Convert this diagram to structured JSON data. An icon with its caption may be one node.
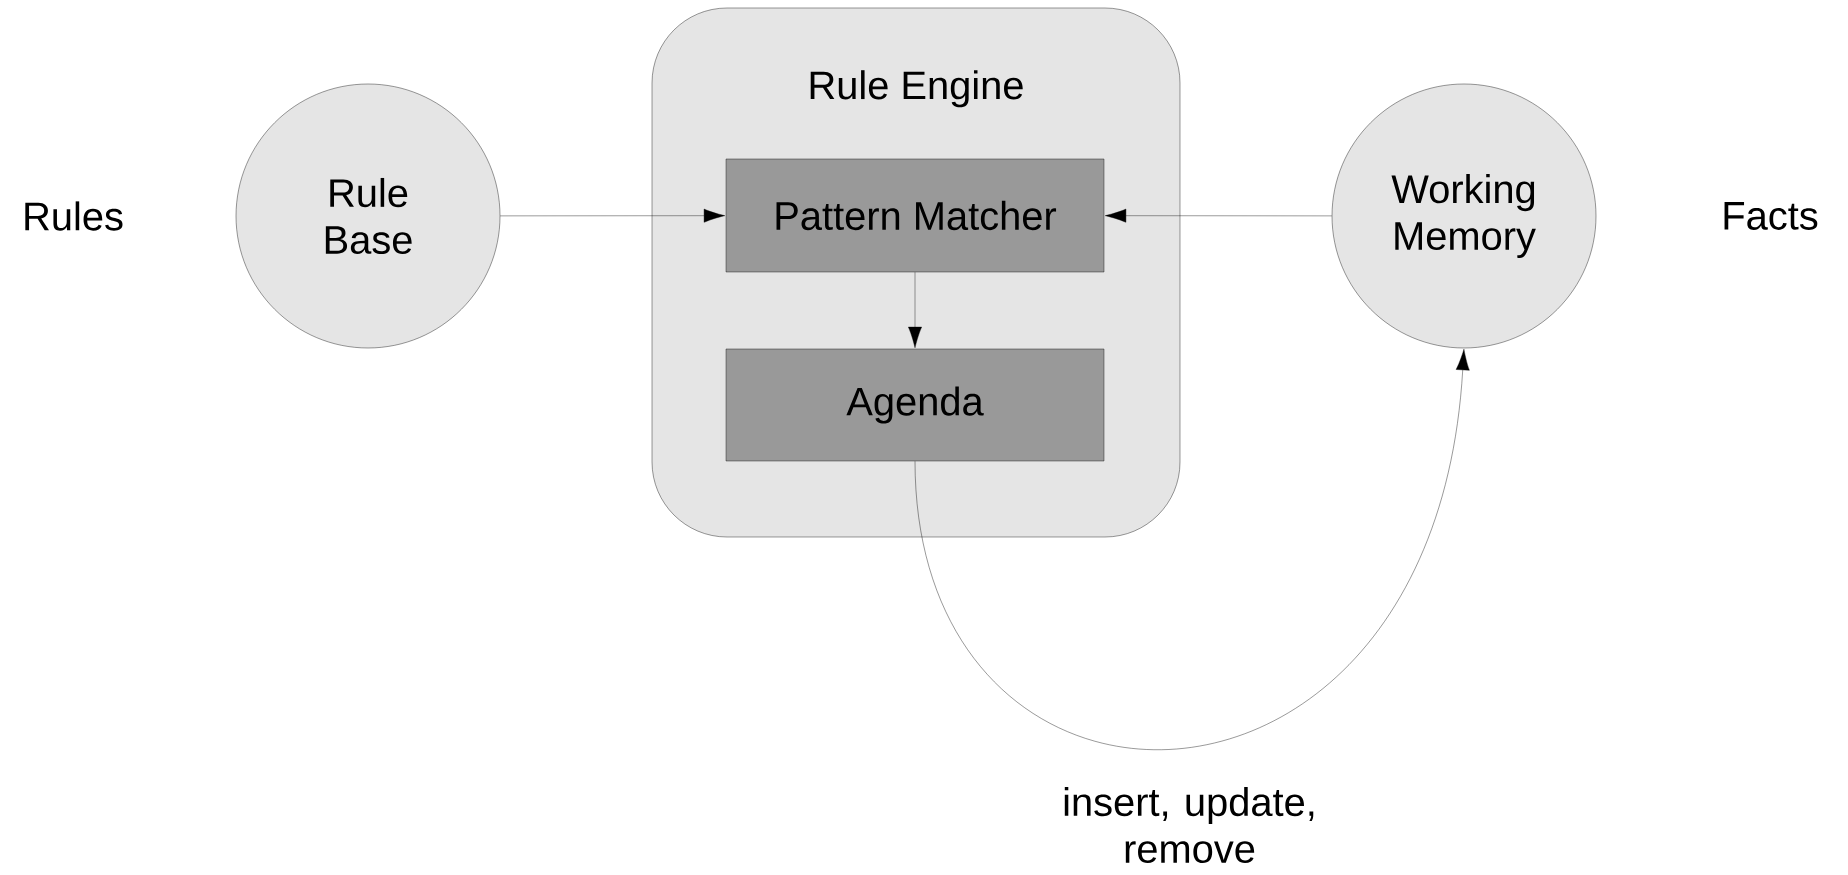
{
  "diagram": {
    "nodes": [
      {
        "text": [
          "Rule Base"
        ]
      },
      {
        "text": [
          "Rule Engine"
        ]
      },
      {
        "text": [
          "Pattern Matcher"
        ],
        "in": 1
      },
      {
        "text": [
          "Agenda"
        ],
        "in": 1
      },
      {
        "text": [
          "Working Memory"
        ]
      }
    ],
    "edges": [
      {
        "from": 0,
        "to": 2,
        "arrow": "to"
      },
      {
        "from": 4,
        "to": 2,
        "arrow": "to"
      },
      {
        "from": 2,
        "to": 3,
        "arrow": "to"
      },
      {
        "from": 3,
        "to": 4,
        "arrow": "to",
        "label": "insert, update, remove"
      }
    ],
    "labels": [
      "Rules",
      "Facts"
    ]
  }
}
